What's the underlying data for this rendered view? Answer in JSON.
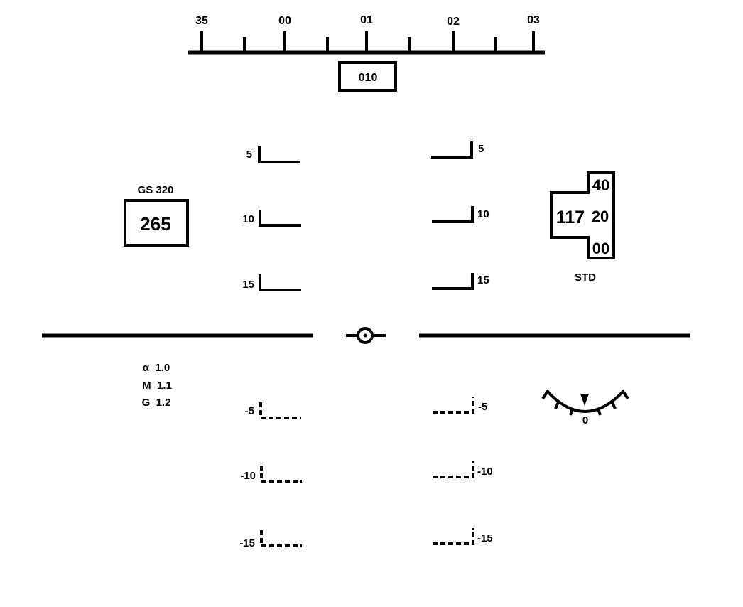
{
  "heading": {
    "tape_labels": [
      "35",
      "00",
      "01",
      "02",
      "03"
    ],
    "current_heading": "010"
  },
  "airspeed": {
    "ground_speed": "GS 320",
    "value": "265"
  },
  "altitude": {
    "main": "117",
    "roll_upper": "40",
    "roll_mid": "20",
    "roll_lower": "00",
    "baro_setting": "STD"
  },
  "pitch_ladder": {
    "positive": [
      "5",
      "10",
      "15"
    ],
    "negative": [
      "-5",
      "-10",
      "-15"
    ]
  },
  "flight_data": {
    "alpha": "α  1.0",
    "mach": "M  1.1",
    "g_load": "G  1.2"
  },
  "bank_scale": {
    "zero_label": "0"
  }
}
